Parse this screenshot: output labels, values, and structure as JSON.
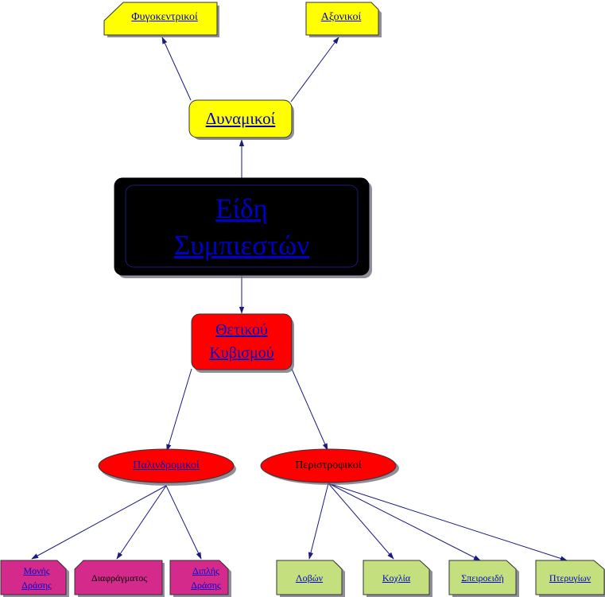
{
  "colors": {
    "arrow": "#1a1a80",
    "yellow": "#ffff00",
    "red": "#ff0000",
    "black": "#000000",
    "magenta": "#d42a8c",
    "green": "#c4df7e",
    "link": "#0000cc",
    "shadow": "#6a6a7a"
  },
  "nodes": {
    "root": {
      "line1": "Είδη",
      "line2": "Συμπιεστών",
      "link": true
    },
    "dynamic": {
      "label": "Δυναμικοί",
      "link": true
    },
    "centrifugal": {
      "label": "Φυγοκεντρικοί",
      "link": true
    },
    "axial": {
      "label": "Αξονικοί",
      "link": true
    },
    "positive": {
      "line1": "Θετικού",
      "line2": "Κυβισμού",
      "link": true
    },
    "reciprocating": {
      "label": "Παλινδρομικοί",
      "link": true
    },
    "rotary": {
      "label": "Περιστροφικοί",
      "link": false
    },
    "single_action": {
      "line1": "Μονής",
      "line2": "Δράσης",
      "link": true
    },
    "diaphragm": {
      "label": "Διαφράγματος",
      "link": false
    },
    "double_action": {
      "line1": "Διπλής",
      "line2": "Δράσης",
      "link": true
    },
    "lobe": {
      "label": "Λοβών",
      "link": true
    },
    "screw": {
      "label": "Κοχλία",
      "link": true
    },
    "scroll": {
      "label": "Σπειροειδή",
      "link": true
    },
    "vane": {
      "label": "Πτερυγίων",
      "link": true
    }
  }
}
